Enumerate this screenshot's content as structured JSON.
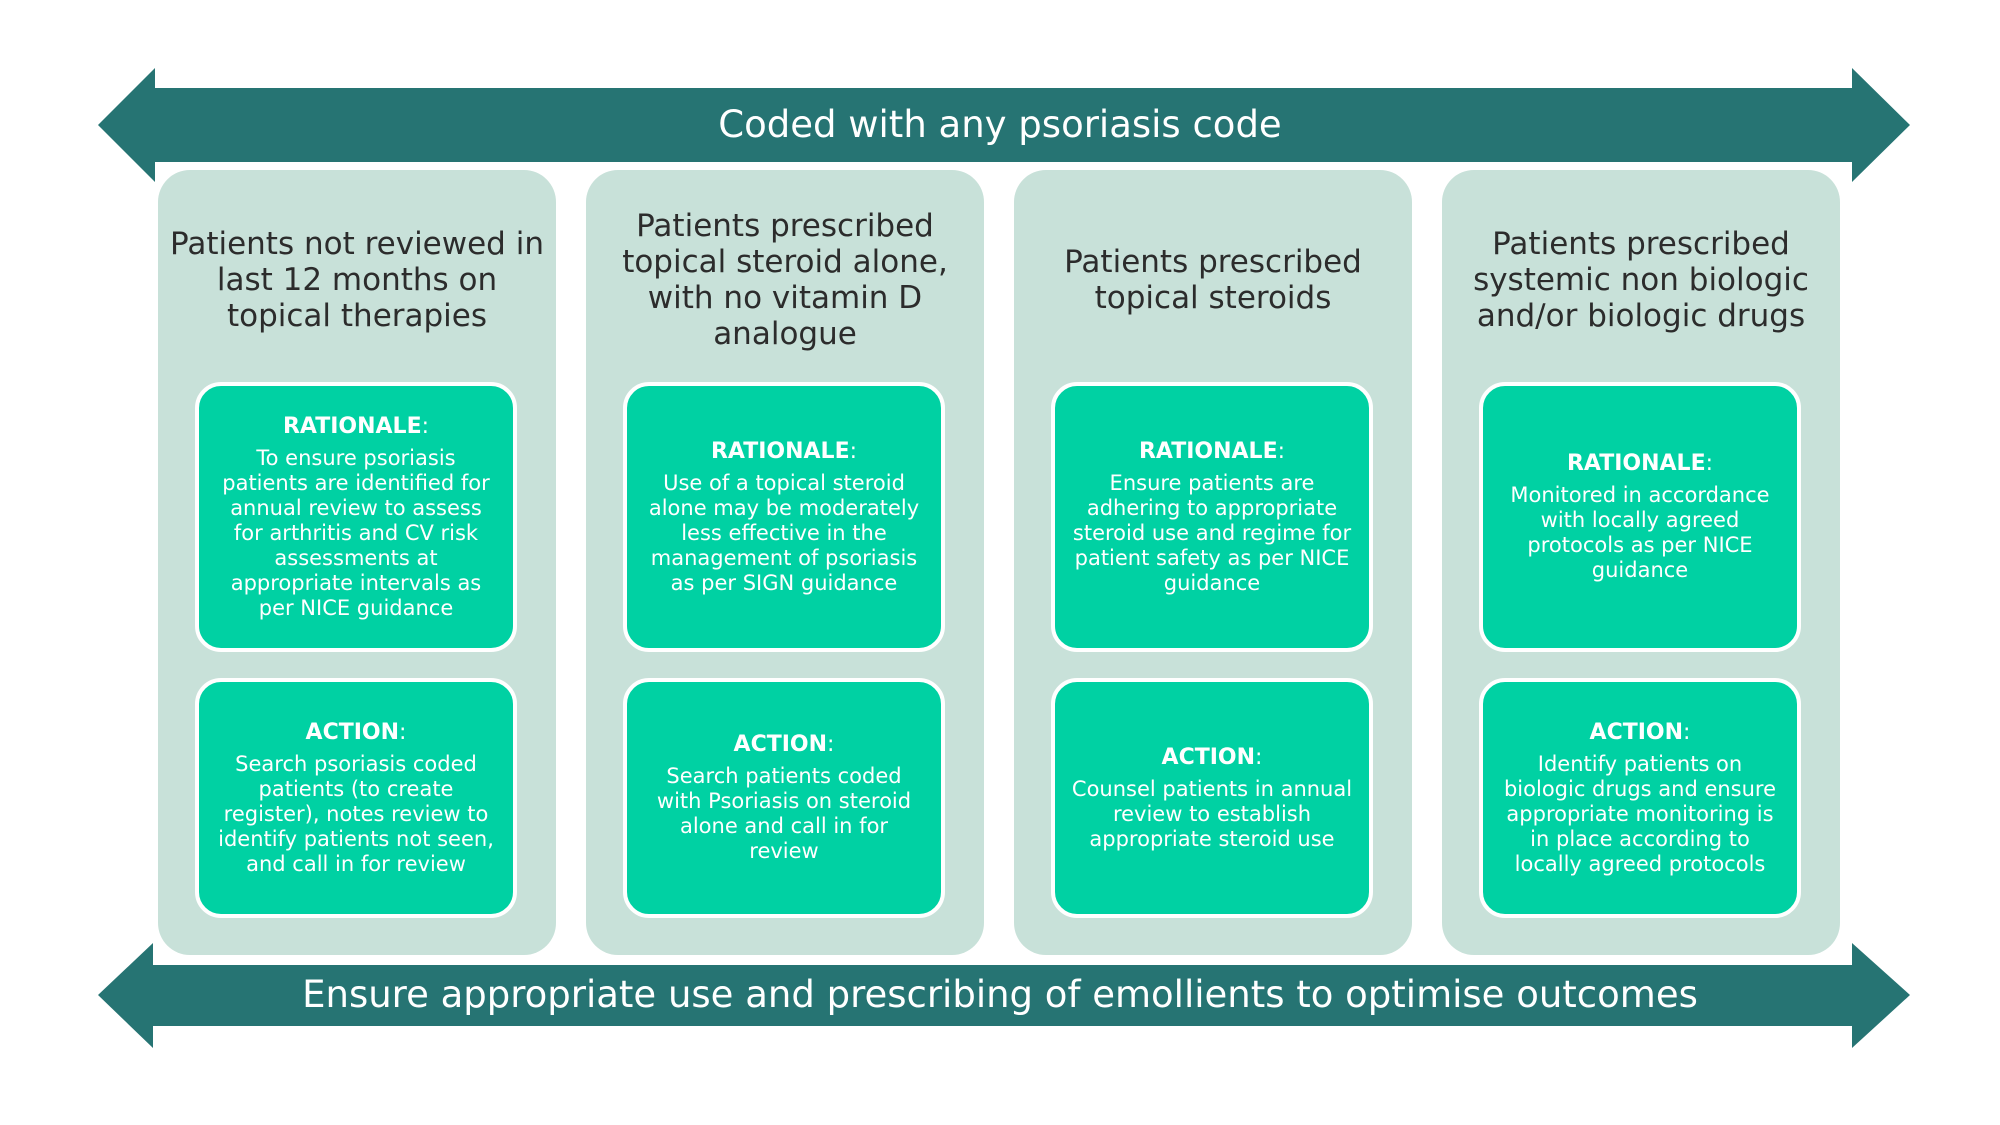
{
  "top_arrow": {
    "label": "Coded with any psoriasis code"
  },
  "bottom_arrow": {
    "label": "Ensure appropriate use and prescribing of emollients to optimise outcomes"
  },
  "colors": {
    "arrow": "#267473",
    "column_bg": "#c8e1d9",
    "card_bg": "#00d1a3",
    "title_text": "#2c2c2c"
  },
  "columns": [
    {
      "title": "Patients not reviewed in last 12 months on topical therapies",
      "rationale_heading": "RATIONALE",
      "rationale_text": "To ensure psoriasis patients are identified for annual review to assess for arthritis and CV risk assessments at appropriate intervals as per NICE guidance",
      "action_heading": "ACTION",
      "action_text": "Search psoriasis coded patients (to create register), notes review to identify patients not seen, and call in for review"
    },
    {
      "title": "Patients prescribed topical steroid alone, with no vitamin D analogue",
      "rationale_heading": "RATIONALE",
      "rationale_text": "Use of a topical steroid alone may be moderately less effective in the management of psoriasis as per SIGN guidance",
      "action_heading": "ACTION",
      "action_text": "Search patients coded with Psoriasis on steroid alone and call in for review"
    },
    {
      "title": "Patients prescribed topical steroids",
      "rationale_heading": "RATIONALE",
      "rationale_text": "Ensure patients are adhering to appropriate steroid use and regime for patient safety as per NICE guidance",
      "action_heading": "ACTION",
      "action_text": "Counsel patients in annual review to establish appropriate steroid use"
    },
    {
      "title": "Patients prescribed systemic non biologic and/or biologic drugs",
      "rationale_heading": "RATIONALE",
      "rationale_text": "Monitored in accordance with locally agreed protocols as per NICE guidance",
      "action_heading": "ACTION",
      "action_text": "Identify patients on biologic drugs and ensure appropriate monitoring is in place according to locally agreed protocols"
    }
  ]
}
